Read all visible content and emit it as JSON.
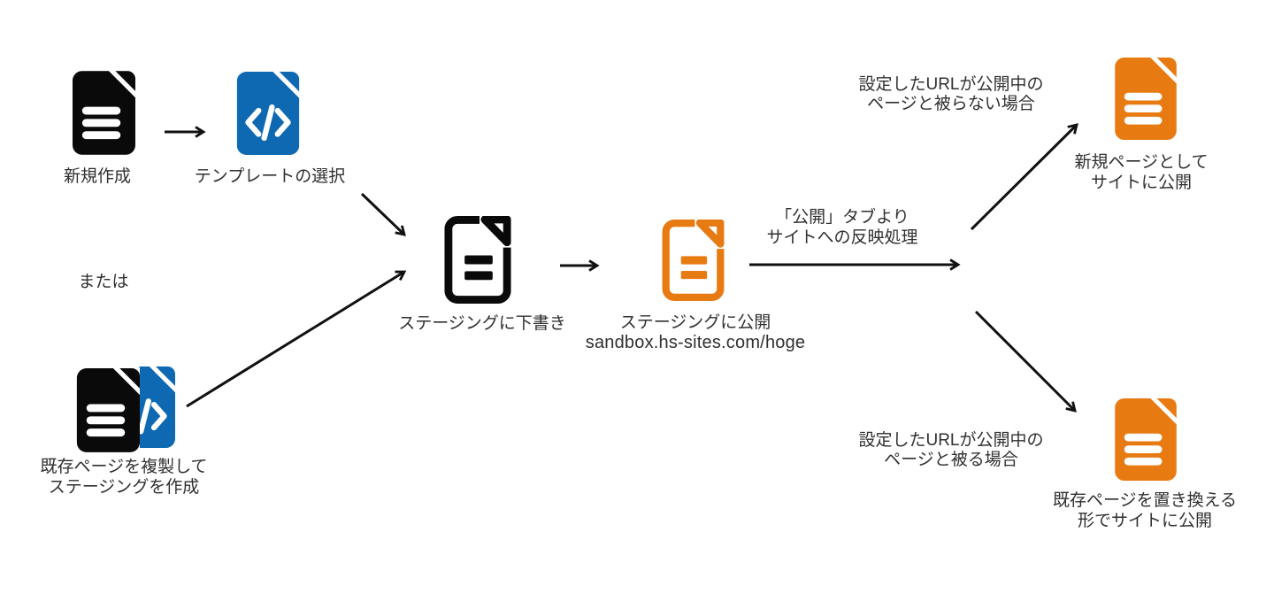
{
  "diagram": {
    "title_hint": "staging-publish-flowchart",
    "colors": {
      "document_black": "#0a0a0a",
      "document_blue": "#0e69b2",
      "document_orange": "#e87a12",
      "text": "#303030",
      "arrow": "#111111",
      "background": "#ffffff"
    },
    "nodes": {
      "create_new": {
        "icon": "document-icon",
        "label": "新規作成"
      },
      "select_template": {
        "icon": "code-document-icon",
        "label": "テンプレートの選択"
      },
      "or_text": {
        "label": "または"
      },
      "duplicate_existing": {
        "icon": "duplicate-documents-icon",
        "label_line1": "既存ページを複製して",
        "label_line2": "ステージングを作成"
      },
      "staging_draft": {
        "icon": "document-outline-icon",
        "label": "ステージングに下書き"
      },
      "staging_publish": {
        "icon": "document-outline-icon",
        "label_line1": "ステージングに公開",
        "label_line2": "sandbox.hs-sites.com/hoge"
      },
      "publish_tab_note": {
        "line1": "「公開」タブより",
        "line2": "サイトへの反映処理"
      },
      "condition_no_conflict": {
        "line1": "設定したURLが公開中の",
        "line2": "ページと被らない場合"
      },
      "publish_as_new": {
        "icon": "document-icon",
        "label_line1": "新規ページとして",
        "label_line2": "サイトに公開"
      },
      "condition_conflict": {
        "line1": "設定したURLが公開中の",
        "line2": "ページと被る場合"
      },
      "publish_replace": {
        "icon": "document-icon",
        "label_line1": "既存ページを置き換える",
        "label_line2": "形でサイトに公開"
      }
    }
  }
}
